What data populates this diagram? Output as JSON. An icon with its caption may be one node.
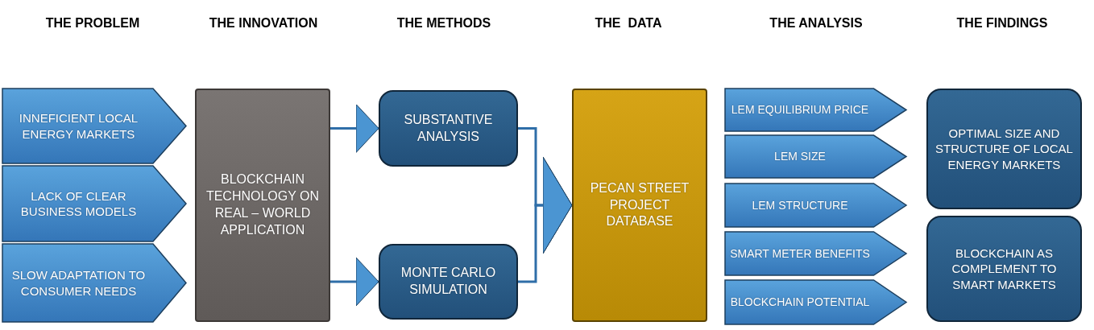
{
  "diagram": {
    "nodes": [
      {
        "text": [
          "INNEFICIENT LOCAL ENERGY MARKETS"
        ]
      },
      {
        "text": [
          "LACK OF CLEAR BUSINESS MODELS"
        ]
      },
      {
        "text": [
          "SLOW ADAPTATION TO CONSUMER NEEDS"
        ]
      },
      {
        "text": [
          "BLOCKCHAIN TECHNOLOGY ON REAL – WORLD APPLICATION"
        ]
      },
      {
        "text": [
          "SUBSTANTIVE ANALYSIS"
        ]
      },
      {
        "text": [
          "MONTE CARLO SIMULATION"
        ]
      },
      {
        "text": [
          "PECAN STREET PROJECT DATABASE"
        ]
      },
      {
        "text": [
          "LEM EQUILIBRIUM PRICE"
        ]
      },
      {
        "text": [
          "LEM SIZE"
        ]
      },
      {
        "text": [
          "LEM STRUCTURE"
        ]
      },
      {
        "text": [
          "SMART METER BENEFITS"
        ]
      },
      {
        "text": [
          "BLOCKCHAIN POTENTIAL"
        ]
      },
      {
        "text": [
          "OPTIMAL SIZE AND STRUCTURE OF LOCAL ENERGY MARKETS"
        ]
      },
      {
        "text": [
          "BLOCKCHAIN AS COMPLEMENT TO SMART MARKETS"
        ]
      }
    ],
    "edges": [
      {
        "from": 3,
        "to": 4,
        "arrow": "to"
      },
      {
        "from": 3,
        "to": 5,
        "arrow": "to"
      },
      {
        "from": 4,
        "to": 6,
        "arrow": "to"
      },
      {
        "from": 5,
        "to": 6,
        "arrow": "to"
      }
    ],
    "labels": [
      "THE PROBLEM",
      "THE INNOVATION",
      "THE METHODS",
      "THE  DATA",
      "THE ANALYSIS",
      "THE FINDINGS"
    ]
  }
}
